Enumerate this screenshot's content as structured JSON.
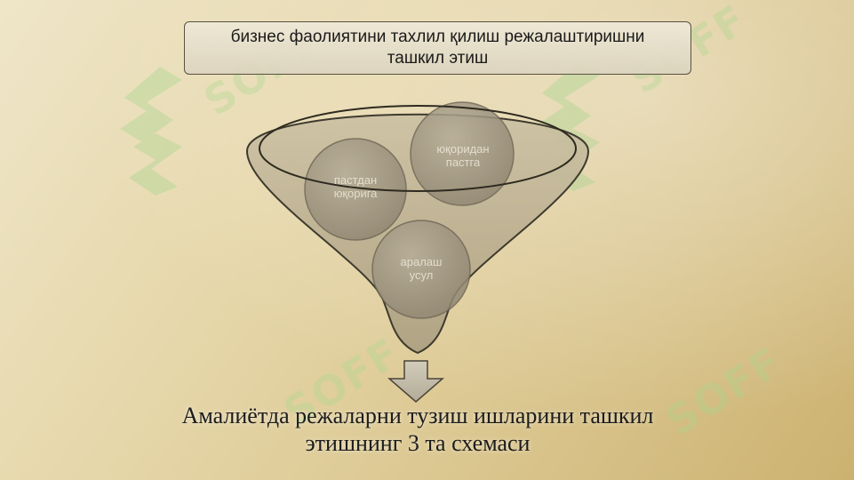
{
  "title": {
    "line1": "бизнес фаолиятини тахлил қилиш режалаштиришни",
    "line2": "ташкил этиш"
  },
  "circles": [
    {
      "line1": "пастдан",
      "line2": "юқорига"
    },
    {
      "line1": "юқоридан",
      "line2": "пастга"
    },
    {
      "line1": "аралаш",
      "line2": "усул"
    }
  ],
  "caption": {
    "line1": "Амалиётда режаларни тузиш ишларини ташкил",
    "line2": "этишнинг 3 та схемаси"
  },
  "watermark": "SOFF",
  "colors": {
    "funnel_fill": "#b9ad90",
    "funnel_stroke": "#3e3a2e",
    "circle_fill": "#a69c86",
    "watermark_green": "#9fd48a"
  }
}
